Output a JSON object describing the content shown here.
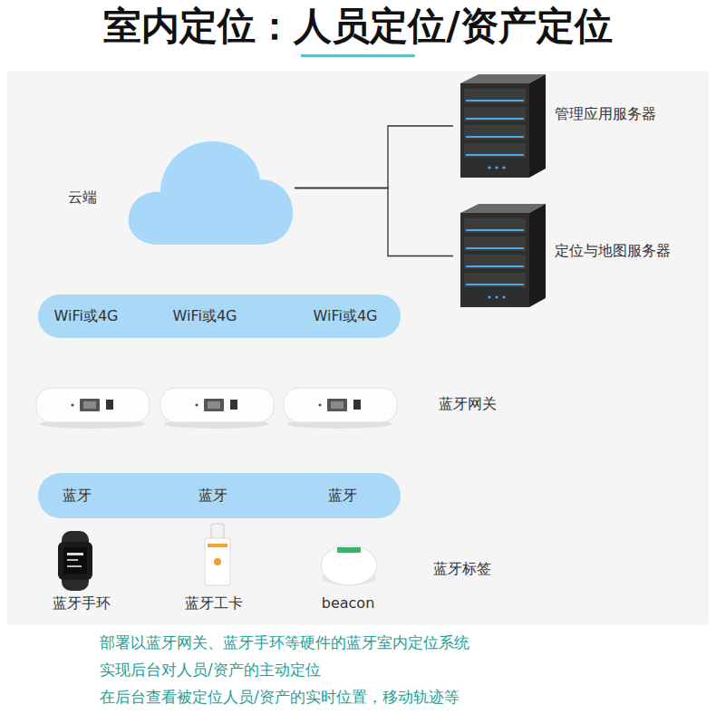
{
  "diagram": {
    "title": "室内定位：人员定位/资产定位",
    "nodes": [
      {
        "text": [
          "云端"
        ]
      },
      {
        "text": [
          "管理应用服务器"
        ]
      },
      {
        "text": [
          "定位与地图服务器"
        ]
      },
      {
        "text": [
          "WiFi或4G",
          "WiFi或4G",
          "WiFi或4G"
        ]
      },
      {
        "text": [
          "蓝牙",
          "蓝牙",
          "蓝牙"
        ]
      }
    ],
    "edges": [
      {
        "from": 0,
        "to": 1,
        "arrow": "none"
      },
      {
        "from": 0,
        "to": 2,
        "arrow": "none"
      }
    ],
    "labels": [
      "蓝牙网关",
      "蓝牙手环",
      "蓝牙工卡",
      "beacon",
      "蓝牙标签",
      "部署以蓝牙网关、蓝牙手环等硬件的蓝牙室内定位系统",
      "实现后台对人员/资产的主动定位",
      "在后台查看被定位人员/资产的实时位置，移动轨迹等"
    ]
  }
}
